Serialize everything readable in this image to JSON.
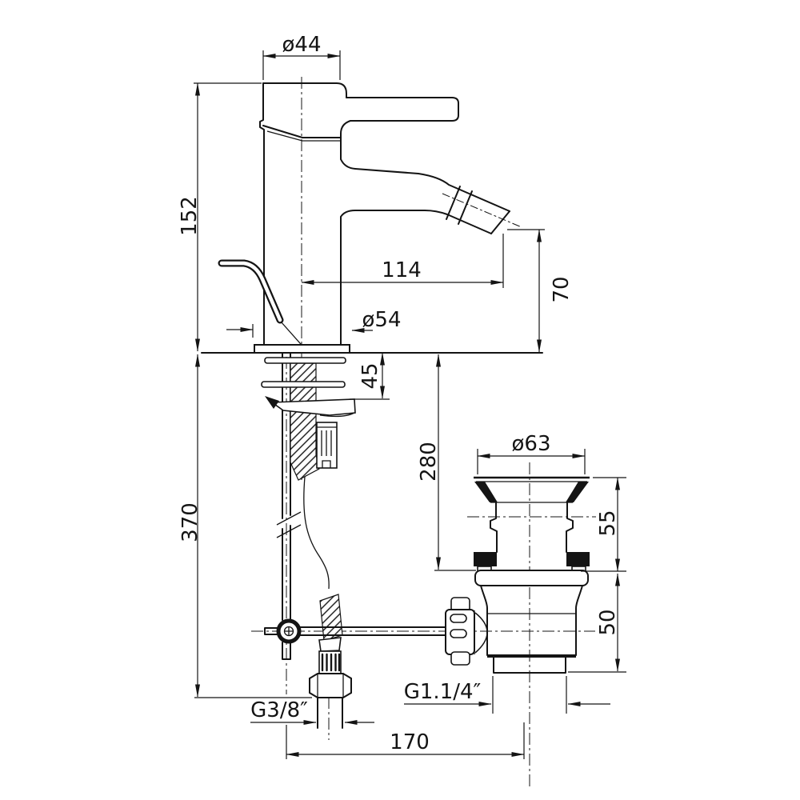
{
  "drawing": {
    "kind": "bidet-single-lever-mixer-installation-diagram",
    "colors": {
      "background": "#ffffff",
      "line": "#141414"
    },
    "dims": {
      "head_diameter": "ø44",
      "height_above_deck": "152",
      "spout_reach": "114",
      "spout_height": "70",
      "base_diameter": "ø54",
      "deck_clamp_length": "45",
      "rod_drop_below_deck": "280",
      "total_depth_below_deck": "370",
      "waste_flange_diameter": "ø63",
      "waste_upper_height": "55",
      "waste_lower_height": "50",
      "supply_thread": "G3/8″",
      "waste_thread": "G1.1/4″",
      "supply_to_waste_distance": "170"
    }
  }
}
